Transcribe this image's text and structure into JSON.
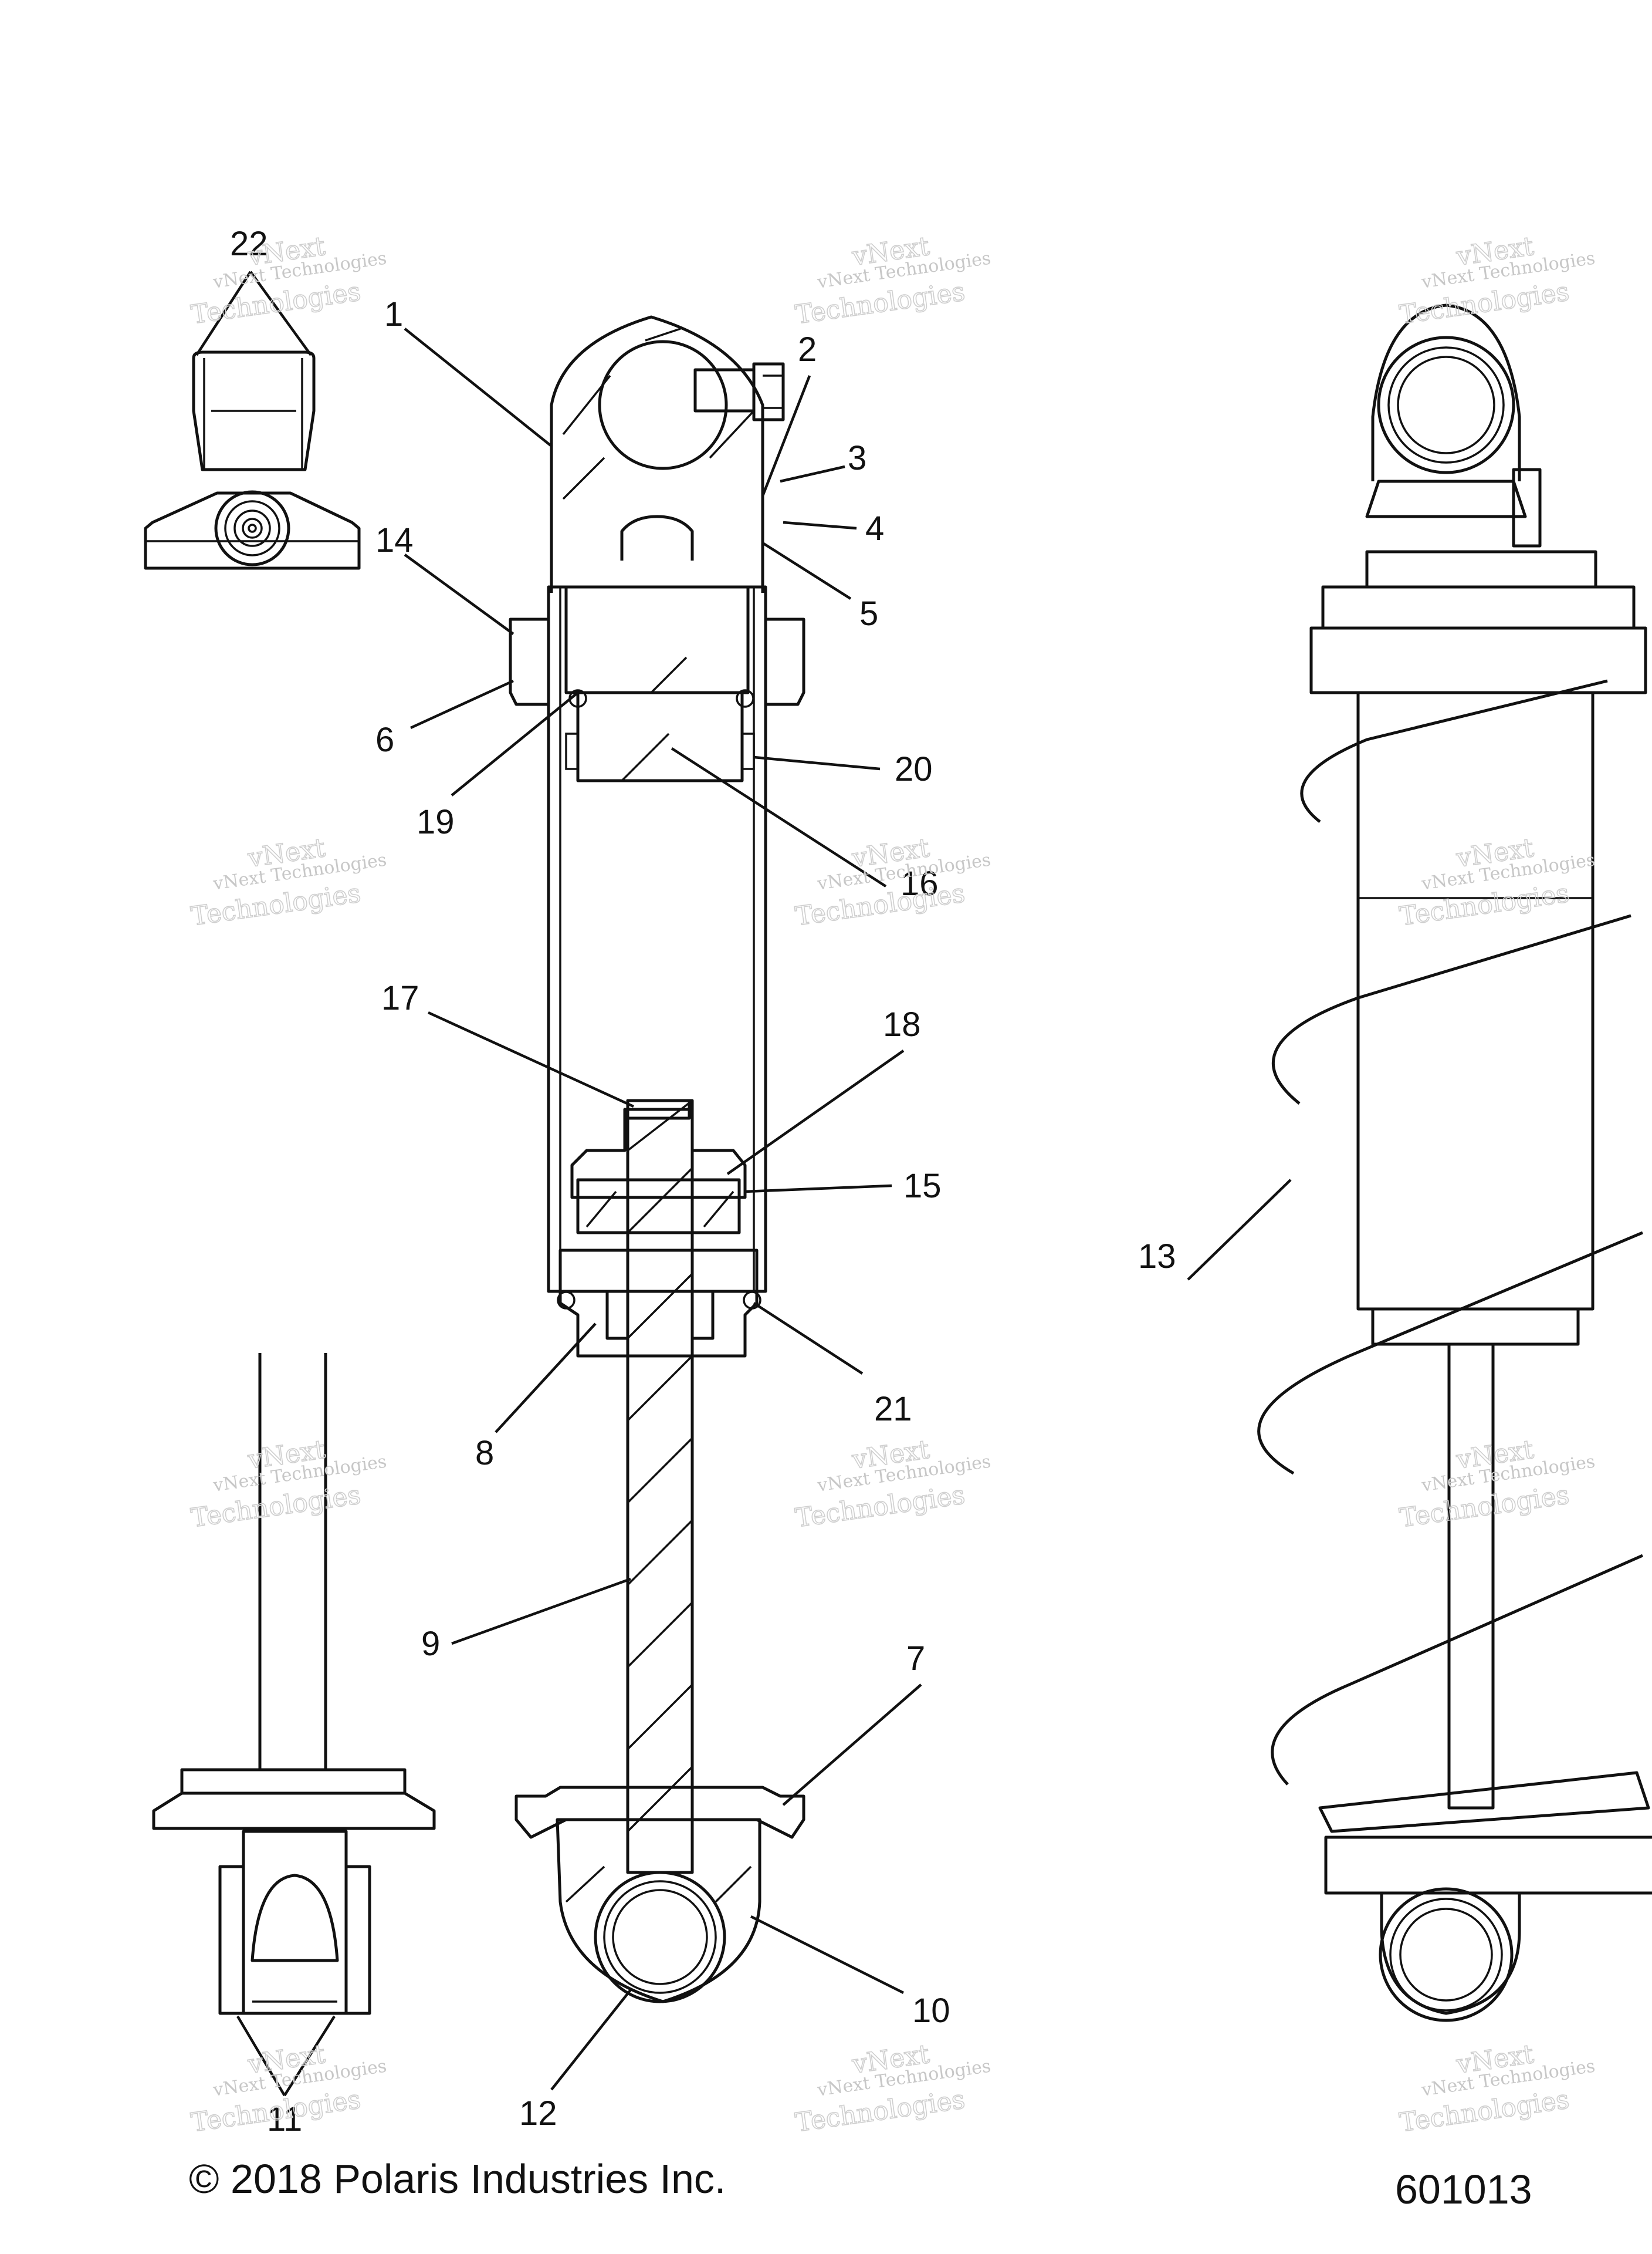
{
  "diagram": {
    "callouts": [
      {
        "id": "1",
        "text": "1"
      },
      {
        "id": "2",
        "text": "2"
      },
      {
        "id": "3",
        "text": "3"
      },
      {
        "id": "4",
        "text": "4"
      },
      {
        "id": "5",
        "text": "5"
      },
      {
        "id": "6",
        "text": "6"
      },
      {
        "id": "7",
        "text": "7"
      },
      {
        "id": "8",
        "text": "8"
      },
      {
        "id": "9",
        "text": "9"
      },
      {
        "id": "10",
        "text": "10"
      },
      {
        "id": "11",
        "text": "11"
      },
      {
        "id": "12",
        "text": "12"
      },
      {
        "id": "13",
        "text": "13"
      },
      {
        "id": "14",
        "text": "14"
      },
      {
        "id": "15",
        "text": "15"
      },
      {
        "id": "16",
        "text": "16"
      },
      {
        "id": "17",
        "text": "17"
      },
      {
        "id": "18",
        "text": "18"
      },
      {
        "id": "19",
        "text": "19"
      },
      {
        "id": "20",
        "text": "20"
      },
      {
        "id": "21",
        "text": "21"
      },
      {
        "id": "22",
        "text": "22"
      }
    ],
    "watermark": {
      "line1": "vNext Technologies",
      "line2a": "vNext",
      "line2b": "Technologies"
    }
  },
  "footer": {
    "copyright": "© 2018 Polaris Industries Inc.",
    "drawing_number": "601013"
  }
}
